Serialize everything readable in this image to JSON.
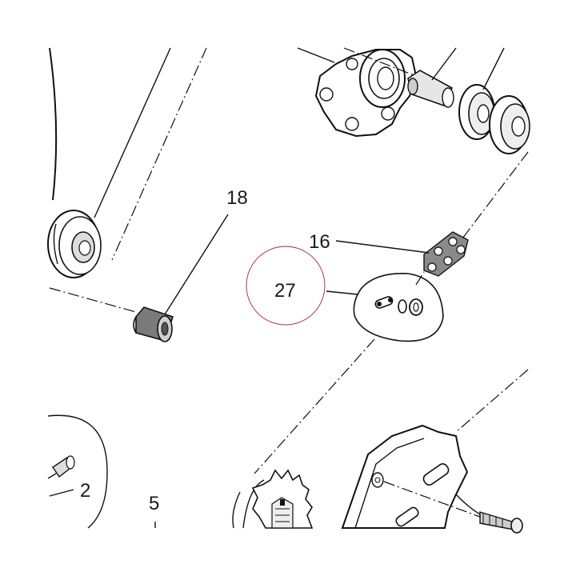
{
  "callouts": [
    {
      "id": "18",
      "text": "18"
    },
    {
      "id": "16",
      "text": "16"
    },
    {
      "id": "27",
      "text": "27"
    },
    {
      "id": "2",
      "text": "2"
    },
    {
      "id": "5",
      "text": "5"
    }
  ],
  "highlight_color": "#b0203a"
}
